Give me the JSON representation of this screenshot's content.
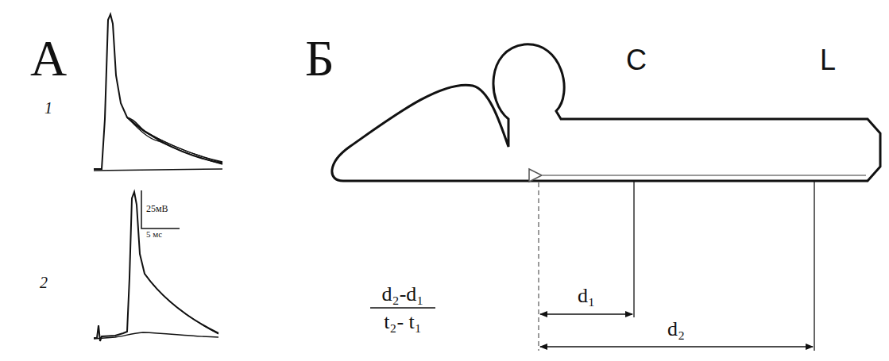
{
  "diagram": {
    "labels": [
      "А",
      "1",
      "2",
      "25мВ",
      "5 мс",
      "Б",
      "C",
      "L",
      "d₂-d₁",
      "t₂- t₁",
      "d₁",
      "d₂"
    ]
  }
}
